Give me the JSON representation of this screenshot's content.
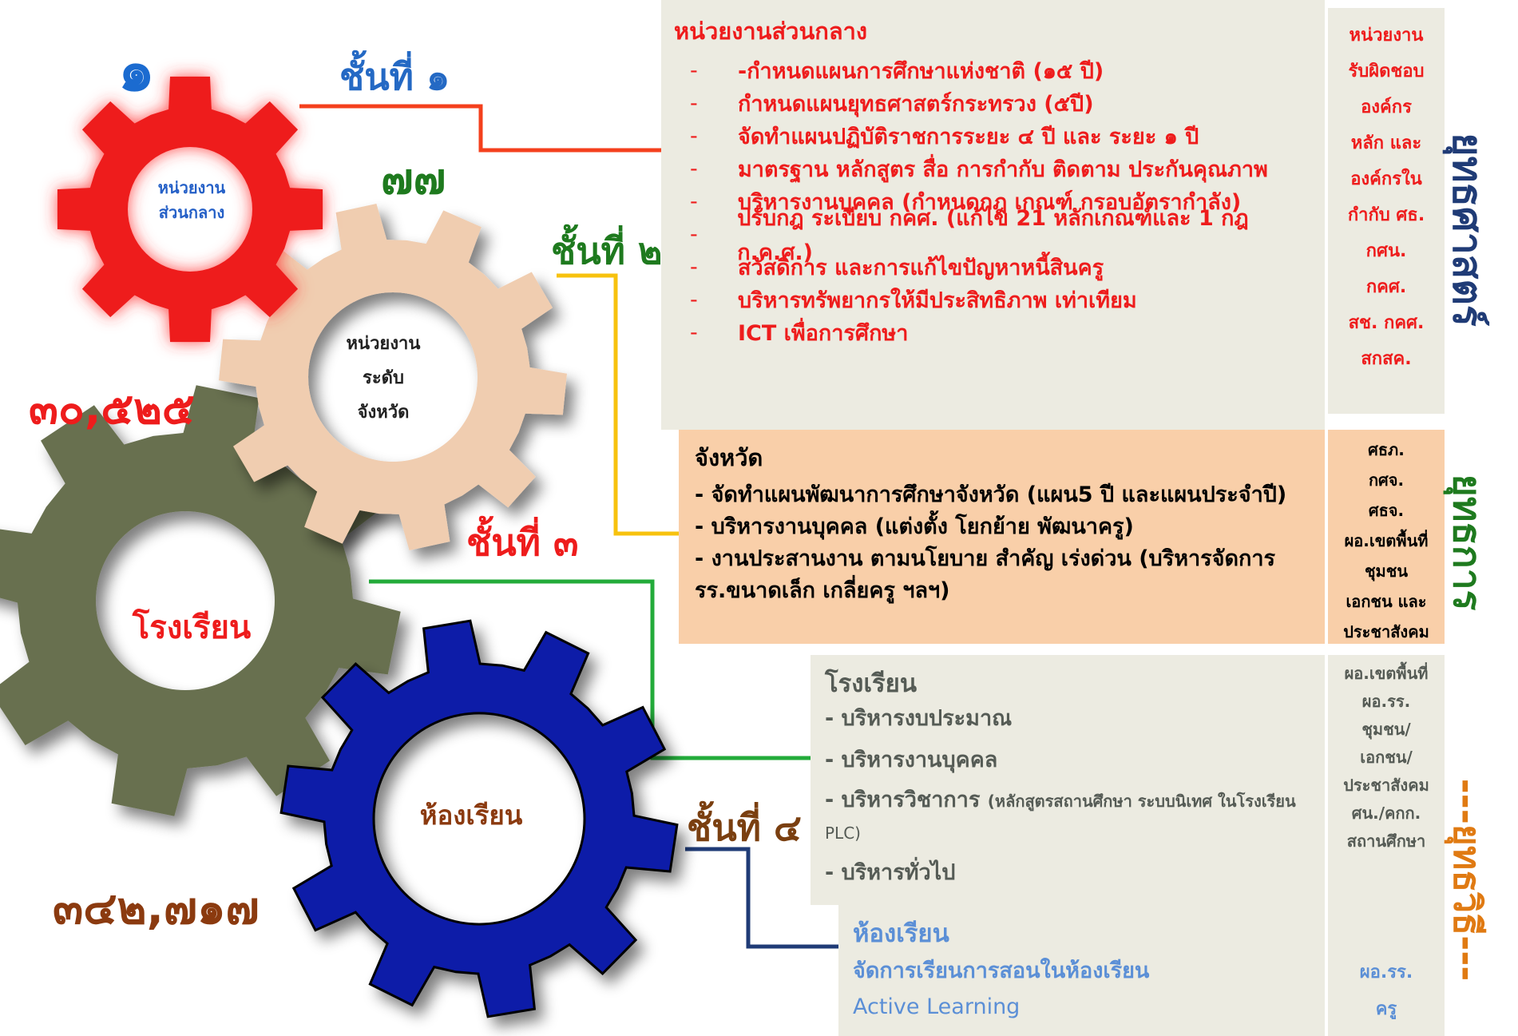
{
  "gears": {
    "central": {
      "number": "๑",
      "label_lines": [
        "หน่วยงาน",
        "ส่วนกลาง"
      ]
    },
    "province": {
      "label_lines": [
        "หน่วยงาน",
        "ระดับ",
        "จังหวัด"
      ]
    },
    "school": {
      "label": "โรงเรียน"
    },
    "classroom": {
      "label": "ห้องเรียน"
    }
  },
  "counts": {
    "provinces": "๗๗",
    "schools": "๓๐,๕๒๕",
    "classrooms": "๓๔๒,๗๑๗"
  },
  "tiers": {
    "t1": "ชั้นที่ ๑",
    "t2": "ชั้นที่ ๒",
    "t3": "ชั้นที่ ๓",
    "t4": "ชั้นที่ ๔"
  },
  "central_panel": {
    "title": "หน่วยงานส่วนกลาง",
    "dash": "-",
    "items": [
      "-กำหนดแผนการศึกษาแห่งชาติ (๑๕ ปี)",
      "กำหนดแผนยุทธศาสตร์กระทรวง (๕ปี)",
      "จัดทำแผนปฏิบัติราชการระยะ ๔ ปี และ ระยะ ๑ ปี",
      "มาตรฐาน หลักสูตร สื่อ  การกำกับ ติดตาม ประกันคุณภาพ",
      "บริหารงานบุคคล (กำหนดกฎ เกณฑ์ กรอบอัตรากำลัง)",
      "ปรับกฎ ระเบียบ กคศ. (แก้ไข 21 หลักเกณฑ์และ 1 กฎ ก.ค.ศ.)",
      "สวัสดิการ และการแก้ไขปัญหาหนี้สินครู",
      "บริหารทรัพยากรให้มีประสิทธิภาพ เท่าเทียม",
      "ICT เพื่อการศึกษา"
    ]
  },
  "province_panel": {
    "title": "จังหวัด",
    "items": [
      "- จัดทำแผนพัฒนาการศึกษาจังหวัด (แผน5 ปี และแผนประจำปี)",
      "- บริหารงานบุคคล (แต่งตั้ง โยกย้าย พัฒนาครู)",
      "- งานประสานงาน ตามนโยบาย สำคัญ เร่งด่วน (บริหารจัดการ",
      "รร.ขนาดเล็ก  เกลี่ยครู ฯลฯ)"
    ]
  },
  "school_panel": {
    "title": "โรงเรียน",
    "items": [
      "- บริหารงบประมาณ",
      "- บริหารงานบุคคล"
    ],
    "academic_main": "- บริหารวิชาการ ",
    "academic_detail": "(หลักสูตรสถานศึกษา ระบบนิเทศ ในโรงเรียน",
    "academic_tail": "PLC)",
    "general": "- บริหารทั่วไป"
  },
  "classroom_panel": {
    "title": "ห้องเรียน",
    "items": [
      "จัดการเรียนการสอนในห้องเรียน",
      "Active Learning"
    ]
  },
  "responsible": {
    "central": [
      "หน่วยงาน",
      "รับผิดชอบ",
      "องค์กร",
      "หลัก และ",
      "องค์กรใน",
      "กำกับ ศธ.",
      "กศน.",
      "กคศ.",
      "สช. กคศ.",
      "สกสค."
    ],
    "province": [
      "ศธภ.",
      "กศจ.",
      "ศธจ.",
      "ผอ.เขตพื้นที่",
      "ชุมชน",
      "เอกชน และ",
      "ประชาสังคม"
    ],
    "school": [
      "ผอ.เขตพื้นที่",
      "ผอ.รร.",
      "ชุมชน/",
      "เอกชน/",
      "ประชาสังคม",
      "ศน./คกก.",
      "สถานศึกษา"
    ],
    "classroom": [
      "ผอ.รร.",
      "ครู"
    ]
  },
  "levels": {
    "strategic": "ยุทธศาสตร์",
    "operational": "ยุทธการ",
    "tactical": "---ยุทธวิธี---"
  },
  "colors": {
    "red": "#ee1c1c",
    "tan": "#f0cdb0",
    "olive": "#67704f",
    "blue": "#0d1aa8",
    "navy": "#1f3b76",
    "green": "#1e7a1e"
  }
}
